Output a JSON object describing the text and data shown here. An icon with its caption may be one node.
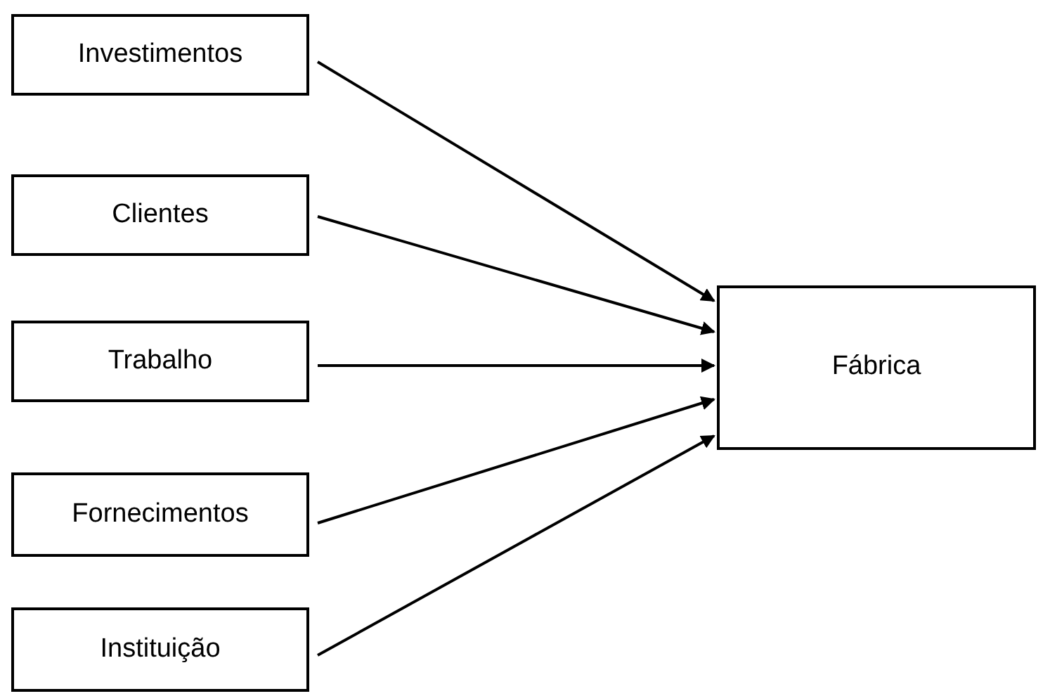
{
  "diagram": {
    "nodes": [
      {
        "text": [
          "Investimentos"
        ]
      },
      {
        "text": [
          "Clientes"
        ]
      },
      {
        "text": [
          "Trabalho"
        ]
      },
      {
        "text": [
          "Fornecimentos"
        ]
      },
      {
        "text": [
          "Instituição"
        ]
      },
      {
        "text": [
          "Fábrica"
        ]
      }
    ],
    "edges": [
      {
        "from": 0,
        "to": 5,
        "arrow": "to"
      },
      {
        "from": 1,
        "to": 5,
        "arrow": "to"
      },
      {
        "from": 2,
        "to": 5,
        "arrow": "to"
      },
      {
        "from": 3,
        "to": 5,
        "arrow": "to"
      },
      {
        "from": 4,
        "to": 5,
        "arrow": "to"
      }
    ]
  }
}
